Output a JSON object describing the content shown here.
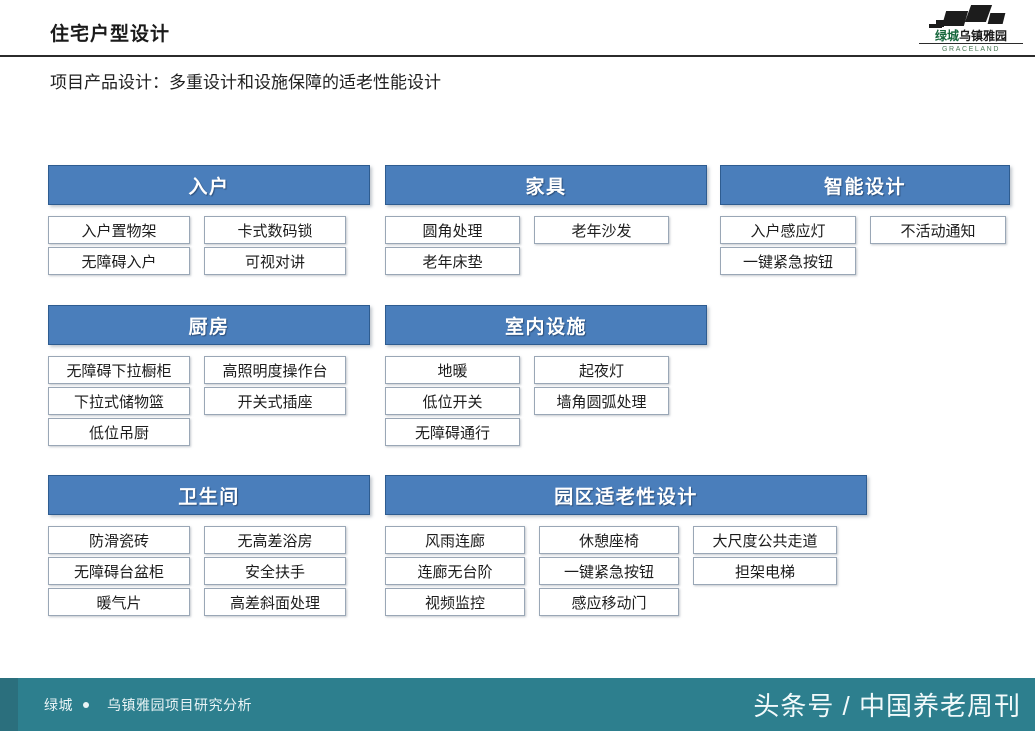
{
  "header": {
    "title": "住宅户型设计",
    "logo": {
      "cn_green": "绿城",
      "cn_dark": "乌镇雅园",
      "en": "GRACELAND"
    }
  },
  "subtitle": "项目产品设计：多重设计和设施保障的适老性能设计",
  "colors": {
    "group_header_blue": "#4a7ebb",
    "group_header_border": "#2e5c90",
    "chip_border": "#9aa7b6",
    "footer_teal": "#2d7f8e"
  },
  "groups": [
    {
      "id": "entry",
      "title": "入户",
      "columns": [
        {
          "width": 142,
          "items": [
            "入户置物架",
            "无障碍入户"
          ]
        },
        {
          "width": 142,
          "items": [
            "卡式数码锁",
            "可视对讲"
          ]
        }
      ]
    },
    {
      "id": "furniture",
      "title": "家具",
      "columns": [
        {
          "width": 135,
          "items": [
            "圆角处理",
            "老年床垫"
          ]
        },
        {
          "width": 135,
          "items": [
            "老年沙发"
          ]
        }
      ]
    },
    {
      "id": "smart",
      "title": "智能设计",
      "columns": [
        {
          "width": 136,
          "items": [
            "入户感应灯",
            "一键紧急按钮"
          ]
        },
        {
          "width": 136,
          "items": [
            "不活动通知"
          ]
        }
      ]
    },
    {
      "id": "kitchen",
      "title": "厨房",
      "columns": [
        {
          "width": 142,
          "items": [
            "无障碍下拉橱柜",
            "下拉式储物篮",
            "低位吊厨"
          ]
        },
        {
          "width": 142,
          "items": [
            "高照明度操作台",
            "开关式插座"
          ]
        }
      ]
    },
    {
      "id": "indoor",
      "title": "室内设施",
      "columns": [
        {
          "width": 135,
          "items": [
            "地暖",
            "低位开关",
            "无障碍通行"
          ]
        },
        {
          "width": 135,
          "items": [
            "起夜灯",
            "墙角圆弧处理"
          ]
        }
      ]
    },
    {
      "id": "bathroom",
      "title": "卫生间",
      "columns": [
        {
          "width": 142,
          "items": [
            "防滑瓷砖",
            "无障碍台盆柜",
            "暖气片"
          ]
        },
        {
          "width": 142,
          "items": [
            "无高差浴房",
            "安全扶手",
            "高差斜面处理"
          ]
        }
      ]
    },
    {
      "id": "park",
      "title": "园区适老性设计",
      "columns": [
        {
          "width": 140,
          "items": [
            "风雨连廊",
            "连廊无台阶",
            "视频监控"
          ]
        },
        {
          "width": 140,
          "items": [
            "休憩座椅",
            "一键紧急按钮",
            "感应移动门"
          ]
        },
        {
          "width": 144,
          "items": [
            "大尺度公共走道",
            "担架电梯"
          ]
        }
      ]
    }
  ],
  "footer": {
    "brand": "绿城",
    "project": "乌镇雅园项目研究分析",
    "channel": "头条号 / 中国养老周刊"
  }
}
